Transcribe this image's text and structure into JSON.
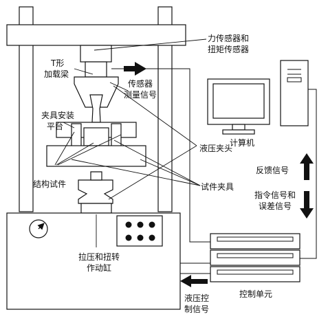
{
  "labels": {
    "force_sensor": [
      "力传感器和",
      "扭矩传感器"
    ],
    "t_beam": [
      "T形",
      "加载梁"
    ],
    "sensor_signal": [
      "传感器",
      "测量信号"
    ],
    "computer": "计算机",
    "fixture_platform": [
      "夹具安装",
      "平台"
    ],
    "hydraulic_grip": "液压夹头",
    "feedback_signal": "反馈信号",
    "structural_specimen": "结构试件",
    "specimen_fixture": "试件夹具",
    "command_error_signal": [
      "指令信号和",
      "误差信号"
    ],
    "actuator": [
      "拉压和扭转",
      "作动缸"
    ],
    "hydraulic_control_signal": [
      "液压控",
      "制信号"
    ],
    "control_unit": "控制单元"
  },
  "colors": {
    "line": "#111111",
    "fill": "#ffffff",
    "arrow": "#111111"
  }
}
